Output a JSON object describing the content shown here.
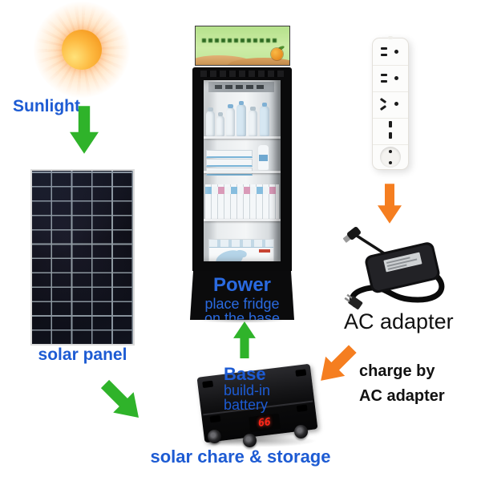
{
  "labels": {
    "sunlight": "Sunlight",
    "solar_panel": "solar panel",
    "caption": "solar chare & storage",
    "ac_adapter": "AC adapter",
    "charge_line1": "charge by",
    "charge_line2": "AC adapter"
  },
  "fridge": {
    "power_title": "Power",
    "power_line1": "place fridge",
    "power_line2": "on the base"
  },
  "base_unit": {
    "title": "Base",
    "line1": "build-in",
    "line2": "battery",
    "display_value": "66"
  },
  "colors": {
    "accent_blue": "#1d5bd3",
    "power_blue": "#2a6ae0",
    "arrow_green": "#2fb32a",
    "arrow_orange": "#f57e20",
    "led_red": "#ff2619",
    "banner_green": "#c2e79c",
    "sun_orange": "#f28c12"
  },
  "icons": {
    "sun": "sun-icon",
    "down_arrow": "arrow-down-icon",
    "up_arrow": "arrow-up-icon",
    "diagonal_arrow": "arrow-diagonal-icon",
    "solar_panel": "solar-panel-graphic",
    "fridge": "fridge-graphic",
    "power_strip": "power-strip-graphic",
    "ac_adapter": "ac-adapter-graphic",
    "battery_base": "battery-base-graphic"
  }
}
